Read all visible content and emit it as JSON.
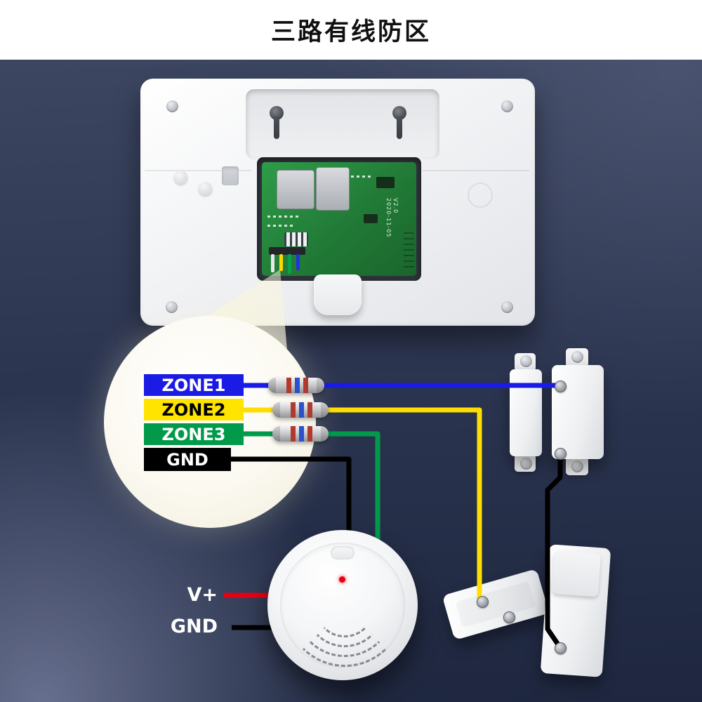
{
  "header": {
    "title": "三路有线防区"
  },
  "panel": {
    "pcb": {
      "version": "V2.0",
      "date": "2020-11-05"
    }
  },
  "zones": [
    {
      "label": "ZONE1",
      "bar_color": "#1b1be6",
      "text_color": "#ffffff",
      "wire_color": "#1b1be6"
    },
    {
      "label": "ZONE2",
      "bar_color": "#ffe400",
      "text_color": "#000000",
      "wire_color": "#ffdd00"
    },
    {
      "label": "ZONE3",
      "bar_color": "#019a4a",
      "text_color": "#ffffff",
      "wire_color": "#019a4a"
    },
    {
      "label": "GND",
      "bar_color": "#000000",
      "text_color": "#ffffff",
      "wire_color": "#000000"
    }
  ],
  "smoke_detector": {
    "positive_label": "V+",
    "ground_label": "GND",
    "positive_wire_color": "#e60014",
    "ground_wire_color": "#000000"
  }
}
